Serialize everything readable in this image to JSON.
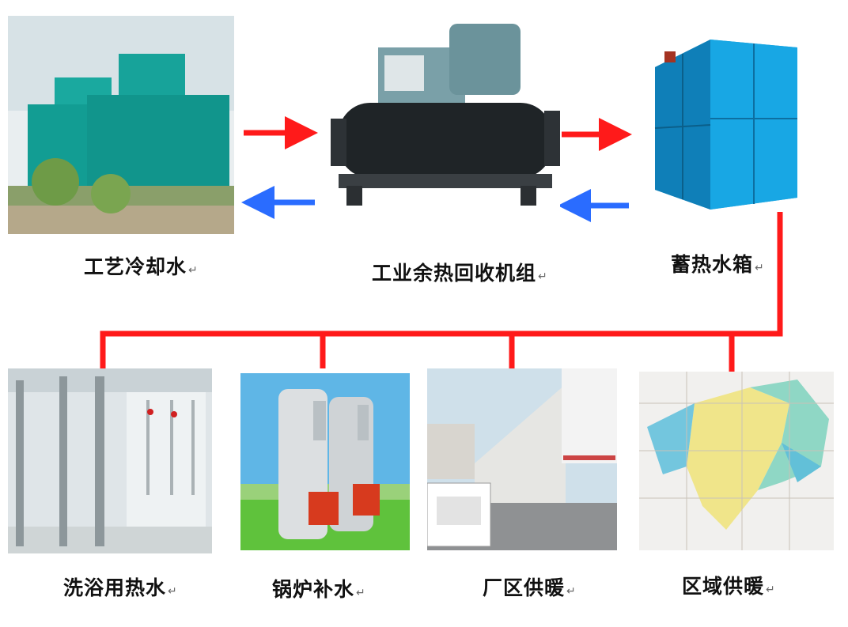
{
  "top_row": [
    {
      "id": "cooling",
      "label": "工艺冷却水"
    },
    {
      "id": "recovery",
      "label": "工业余热回收机组"
    },
    {
      "id": "tank",
      "label": "蓄热水箱"
    }
  ],
  "bottom_row": [
    {
      "id": "bath",
      "label": "洗浴用热水"
    },
    {
      "id": "boiler",
      "label": "锅炉补水"
    },
    {
      "id": "factory",
      "label": "厂区供暖"
    },
    {
      "id": "district",
      "label": "区域供暖"
    }
  ],
  "return_mark": "↵",
  "colors": {
    "supply": "#ff1a1a",
    "return": "#2a6cff",
    "pipe": "#ff1a1a"
  }
}
